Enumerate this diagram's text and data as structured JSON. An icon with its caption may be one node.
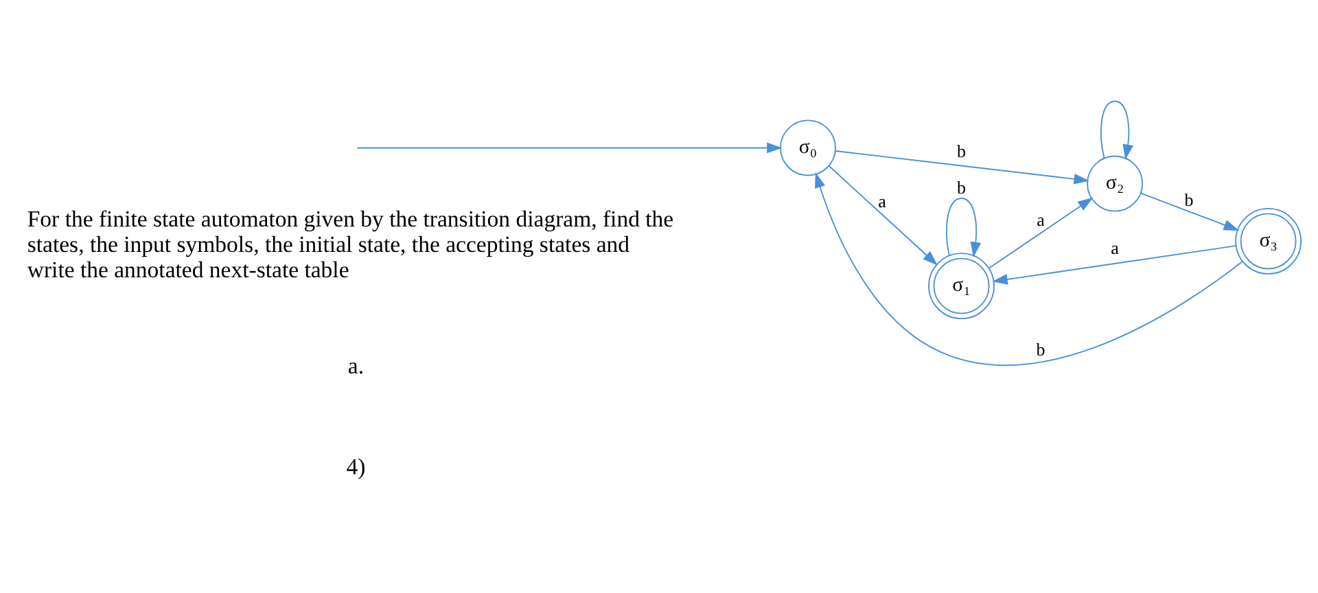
{
  "diagram": {
    "nodes": [
      {
        "text": [
          "σ₀"
        ]
      },
      {
        "text": [
          "σ₁"
        ]
      },
      {
        "text": [
          "σ₂"
        ]
      },
      {
        "text": [
          "σ₃"
        ]
      }
    ],
    "edges": [
      {
        "from": null,
        "to": 0,
        "arrow": "to"
      },
      {
        "from": 0,
        "to": 1,
        "label": "a",
        "arrow": "to"
      },
      {
        "from": 0,
        "to": 2,
        "label": "b",
        "arrow": "to"
      },
      {
        "from": 1,
        "to": 1,
        "label": "b",
        "arrow": "to"
      },
      {
        "from": 1,
        "to": 2,
        "label": "a",
        "arrow": "to"
      },
      {
        "from": 2,
        "to": 2,
        "arrow": "to"
      },
      {
        "from": 2,
        "to": 3,
        "label": "b",
        "arrow": "to"
      },
      {
        "from": 3,
        "to": 1,
        "label": "a",
        "arrow": "to"
      },
      {
        "from": 3,
        "to": 0,
        "label": "b",
        "arrow": "to"
      }
    ],
    "labels": [
      "4)",
      "a.",
      "For the finite state automaton given by the transition diagram, find the states, the input symbols, the initial state, the accepting states and write the annotated next-state table"
    ]
  }
}
